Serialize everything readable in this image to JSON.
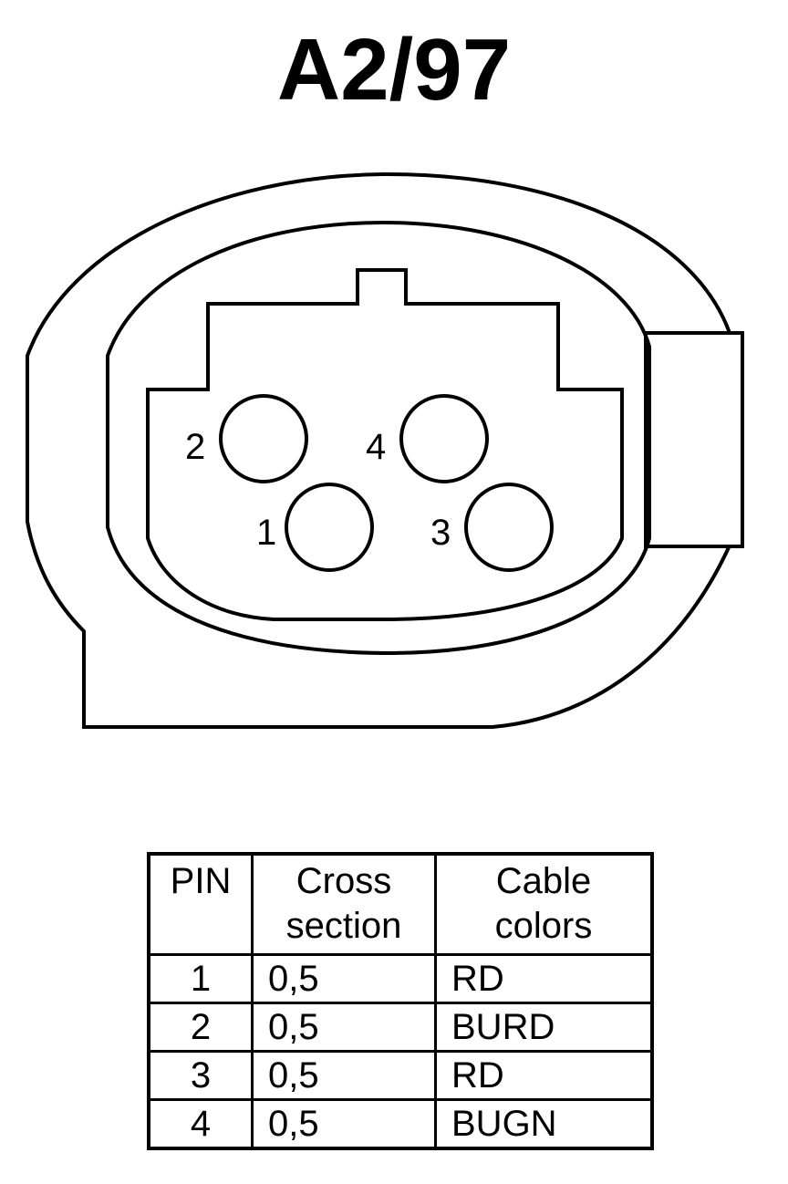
{
  "title": "A2/97",
  "connector": {
    "pin_labels": [
      "1",
      "2",
      "3",
      "4"
    ]
  },
  "table": {
    "headers": {
      "pin": "PIN",
      "cross_section": [
        "Cross",
        "section"
      ],
      "cable_colors": [
        "Cable",
        "colors"
      ]
    },
    "rows": [
      {
        "pin": "1",
        "cross_section": "0,5",
        "cable_color": "RD"
      },
      {
        "pin": "2",
        "cross_section": "0,5",
        "cable_color": "BURD"
      },
      {
        "pin": "3",
        "cross_section": "0,5",
        "cable_color": "RD"
      },
      {
        "pin": "4",
        "cross_section": "0,5",
        "cable_color": "BUGN"
      }
    ]
  }
}
